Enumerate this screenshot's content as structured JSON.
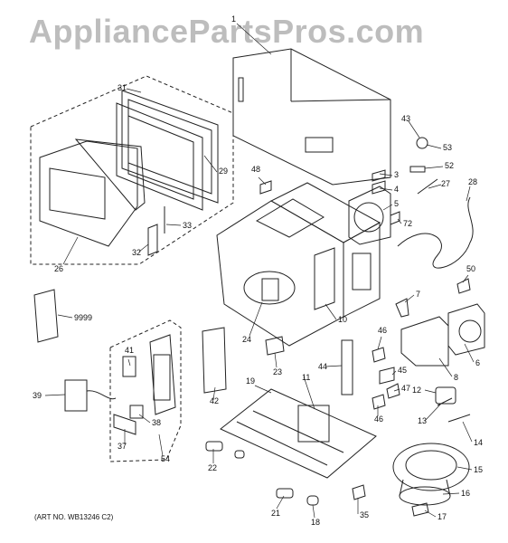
{
  "watermark": "AppliancePartsPros.com",
  "art_number": "(ART NO. WB13246 C2)",
  "callouts": [
    "1",
    "3",
    "4",
    "5",
    "6",
    "7",
    "8",
    "9999",
    "10",
    "11",
    "12",
    "13",
    "14",
    "15",
    "16",
    "17",
    "18",
    "19",
    "21",
    "22",
    "23",
    "24",
    "26",
    "27",
    "28",
    "29",
    "31",
    "32",
    "33",
    "35",
    "37",
    "38",
    "39",
    "41",
    "42",
    "43",
    "44",
    "45",
    "46",
    "46",
    "47",
    "48",
    "50",
    "52",
    "53",
    "54",
    "72"
  ]
}
